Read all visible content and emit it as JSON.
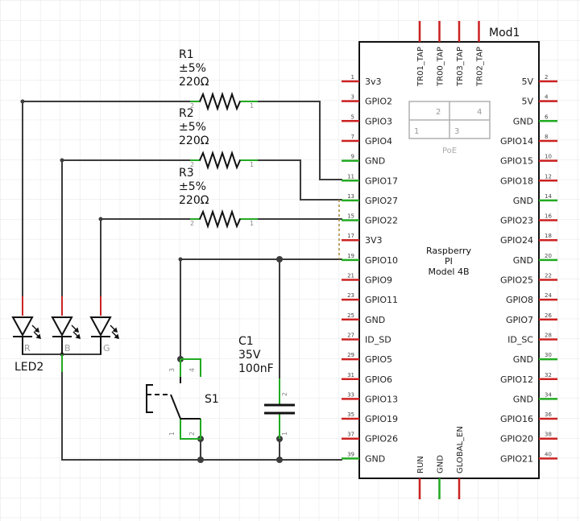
{
  "module": {
    "ref": "Mod1",
    "title_lines": [
      "Raspberry",
      "PI",
      "Model 4B"
    ],
    "left_pins": [
      {
        "num": "1",
        "name": "3v3"
      },
      {
        "num": "3",
        "name": "GPIO2"
      },
      {
        "num": "5",
        "name": "GPIO3"
      },
      {
        "num": "7",
        "name": "GPIO4"
      },
      {
        "num": "9",
        "name": "GND"
      },
      {
        "num": "11",
        "name": "GPIO17"
      },
      {
        "num": "13",
        "name": "GPIO27"
      },
      {
        "num": "15",
        "name": "GPIO22"
      },
      {
        "num": "17",
        "name": "3V3"
      },
      {
        "num": "19",
        "name": "GPIO10"
      },
      {
        "num": "21",
        "name": "GPIO9"
      },
      {
        "num": "23",
        "name": "GPIO11"
      },
      {
        "num": "25",
        "name": "GND"
      },
      {
        "num": "27",
        "name": "ID_SD"
      },
      {
        "num": "29",
        "name": "GPIO5"
      },
      {
        "num": "31",
        "name": "GPIO6"
      },
      {
        "num": "33",
        "name": "GPIO13"
      },
      {
        "num": "35",
        "name": "GPIO19"
      },
      {
        "num": "37",
        "name": "GPIO26"
      },
      {
        "num": "39",
        "name": "GND"
      }
    ],
    "right_pins": [
      {
        "num": "2",
        "name": "5V"
      },
      {
        "num": "4",
        "name": "5V"
      },
      {
        "num": "6",
        "name": "GND"
      },
      {
        "num": "8",
        "name": "GPIO14"
      },
      {
        "num": "10",
        "name": "GPIO15"
      },
      {
        "num": "12",
        "name": "GPIO18"
      },
      {
        "num": "14",
        "name": "GND"
      },
      {
        "num": "16",
        "name": "GPIO23"
      },
      {
        "num": "18",
        "name": "GPIO24"
      },
      {
        "num": "20",
        "name": "GND"
      },
      {
        "num": "22",
        "name": "GPIO25"
      },
      {
        "num": "24",
        "name": "GPIO8"
      },
      {
        "num": "26",
        "name": "GPIO7"
      },
      {
        "num": "28",
        "name": "ID_SC"
      },
      {
        "num": "30",
        "name": "GND"
      },
      {
        "num": "32",
        "name": "GPIO12"
      },
      {
        "num": "34",
        "name": "GND"
      },
      {
        "num": "36",
        "name": "GPIO16"
      },
      {
        "num": "38",
        "name": "GPIO20"
      },
      {
        "num": "40",
        "name": "GPIO21"
      }
    ],
    "top_pins": [
      "TR01_TAP",
      "TR00_TAP",
      "TR03_TAP",
      "TR02_TAP"
    ],
    "bottom_pins": [
      "RUN",
      "GND",
      "GLOBAL_EN"
    ],
    "poe": {
      "label": "PoE",
      "pins": [
        "1",
        "2",
        "3",
        "4"
      ]
    }
  },
  "resistors": [
    {
      "ref": "R1",
      "tolerance": "±5%",
      "value": "220Ω",
      "pin_a": "2",
      "pin_b": "1"
    },
    {
      "ref": "R2",
      "tolerance": "±5%",
      "value": "220Ω",
      "pin_a": "2",
      "pin_b": "1"
    },
    {
      "ref": "R3",
      "tolerance": "±5%",
      "value": "220Ω",
      "pin_a": "2",
      "pin_b": "1"
    }
  ],
  "capacitor": {
    "ref": "C1",
    "voltage": "35V",
    "value": "100nF",
    "pin_top": "2",
    "pin_bottom": "1"
  },
  "led": {
    "ref": "LED2",
    "channels": [
      "R",
      "B",
      "G"
    ]
  },
  "switch": {
    "ref": "S1",
    "pins": [
      "3",
      "4",
      "1",
      "2"
    ]
  },
  "colors": {
    "wire": "#3c3c3c",
    "pin_stub": "#cc2222",
    "connected_stub": "#22aa22",
    "grid": "#e4e4e4",
    "poe": "#b0b0b0",
    "dashed_net": "#aa8833"
  }
}
